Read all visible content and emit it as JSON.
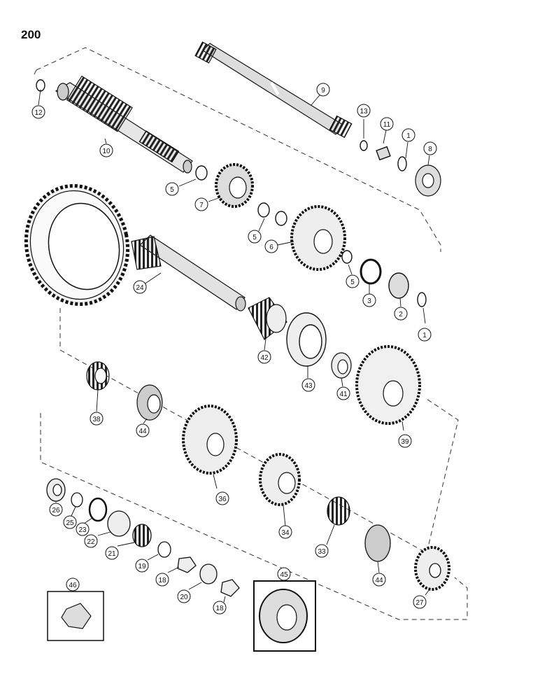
{
  "page_number": "200",
  "callouts": [
    "1",
    "2",
    "3",
    "5",
    "6",
    "7",
    "8",
    "9",
    "10",
    "11",
    "12",
    "13",
    "18",
    "19",
    "20",
    "21",
    "22",
    "23",
    "24",
    "25",
    "26",
    "27",
    "33",
    "34",
    "36",
    "38",
    "39",
    "41",
    "42",
    "43",
    "44",
    "45",
    "46"
  ],
  "labels": {
    "c12": "12",
    "c10": "10",
    "c9": "9",
    "c13": "13",
    "c11": "11",
    "c1a": "1",
    "c8": "8",
    "c5a": "5",
    "c7": "7",
    "c5b": "5",
    "c6": "6",
    "c5c": "5",
    "c3": "3",
    "c2": "2",
    "c1b": "1",
    "c24": "24",
    "c42": "42",
    "c43": "43",
    "c41": "41",
    "c38": "38",
    "c44a": "44",
    "c36": "36",
    "c39": "39",
    "c26": "26",
    "c25": "25",
    "c23": "23",
    "c22": "22",
    "c21": "21",
    "c19": "19",
    "c18a": "18",
    "c20": "20",
    "c18b": "18",
    "c34": "34",
    "c33": "33",
    "c44b": "44",
    "c27": "27",
    "c46": "46",
    "c45": "45"
  }
}
